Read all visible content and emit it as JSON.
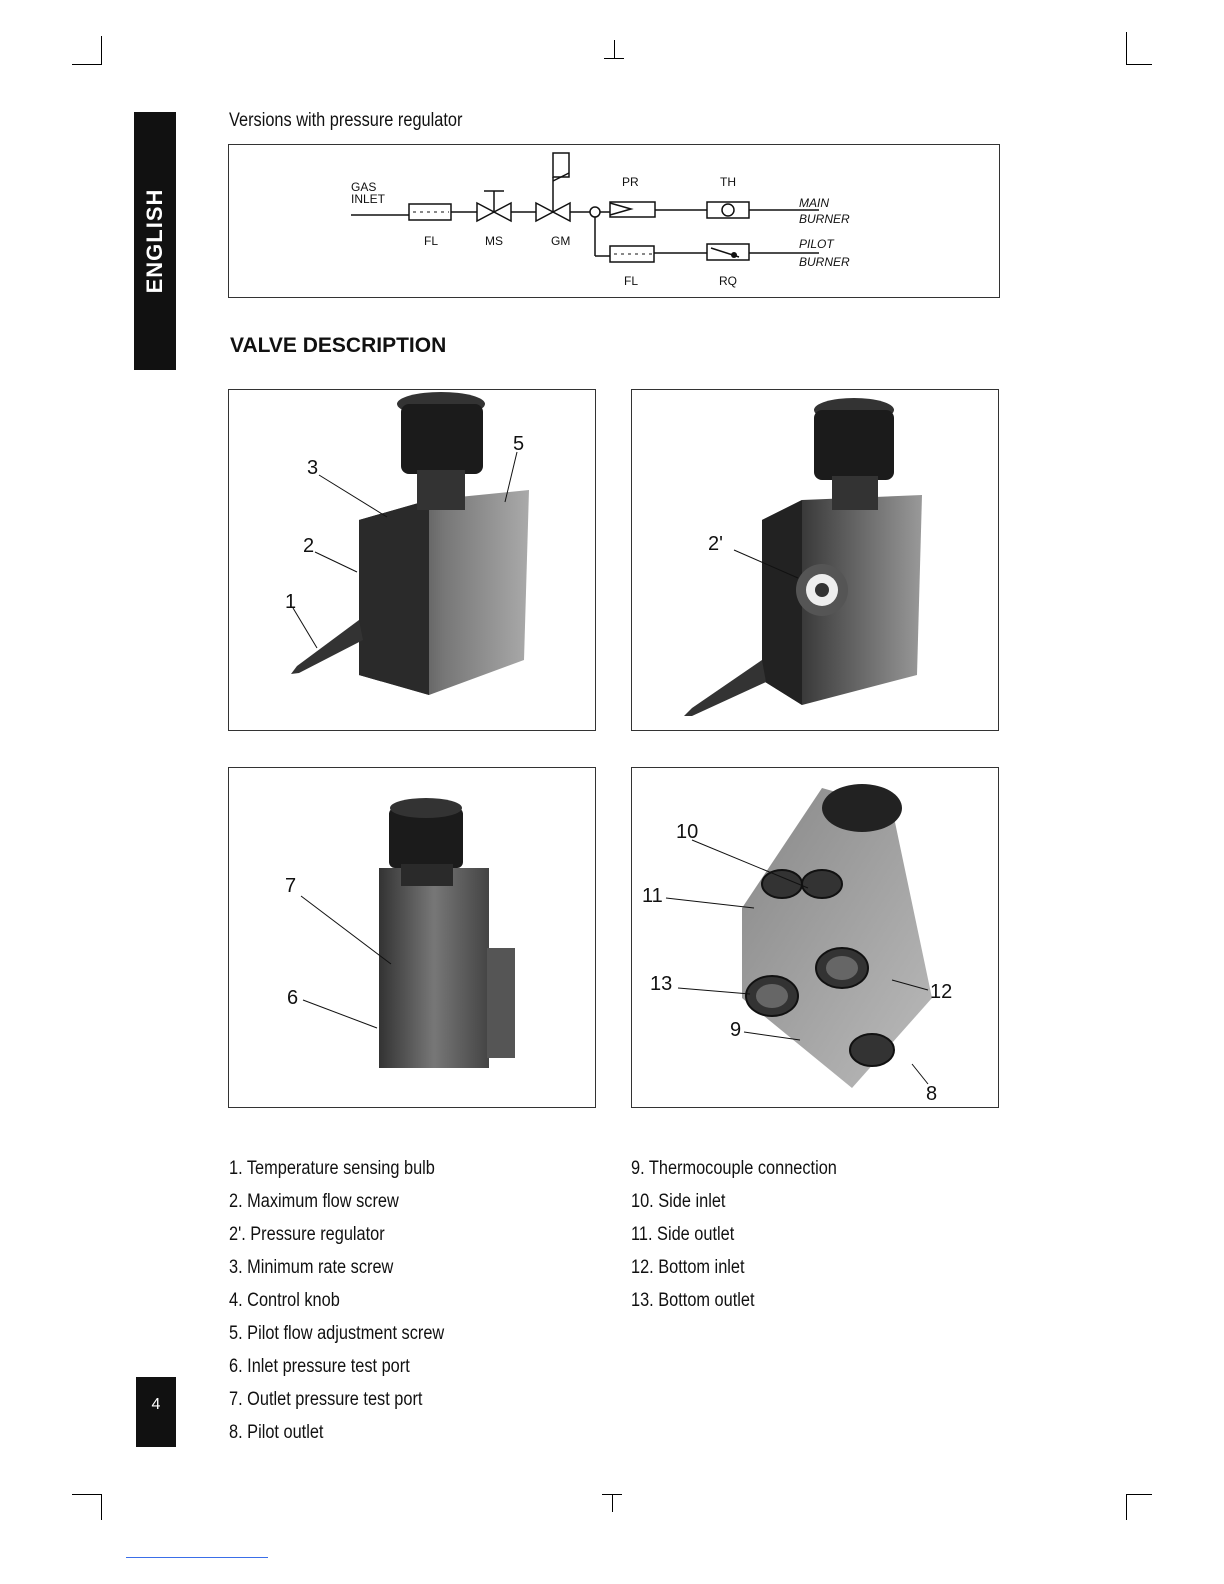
{
  "language_tab": "ENGLISH",
  "page_number": "4",
  "subtitle": "Versions with pressure regulator",
  "schematic": {
    "gas_inlet": [
      "GAS",
      "INLET"
    ],
    "fl_main": "FL",
    "ms": "MS",
    "gm": "GM",
    "pr": "PR",
    "th": "TH",
    "fl_pilot": "FL",
    "rq": "RQ",
    "main_burner": [
      "MAIN",
      "BURNER"
    ],
    "pilot_burner": [
      "PILOT",
      "BURNER"
    ]
  },
  "section_title": "VALVE DESCRIPTION",
  "figure_callouts": {
    "fig1": [
      "3",
      "5",
      "2",
      "1"
    ],
    "fig2": [
      "2'"
    ],
    "fig3": [
      "7",
      "6"
    ],
    "fig4": [
      "10",
      "11",
      "13",
      "12",
      "9",
      "8"
    ]
  },
  "legend_left": [
    "1. Temperature sensing bulb",
    "2. Maximum flow screw",
    "2'.  Pressure regulator",
    "3. Minimum rate screw",
    "4. Control knob",
    "5. Pilot flow adjustment screw",
    "6.  Inlet pressure test port",
    "7.  Outlet pressure test port",
    "8.  Pilot outlet"
  ],
  "legend_right": [
    "9.  Thermocouple connection",
    "10. Side inlet",
    "11. Side outlet",
    "12. Bottom inlet",
    "13. Bottom outlet"
  ]
}
